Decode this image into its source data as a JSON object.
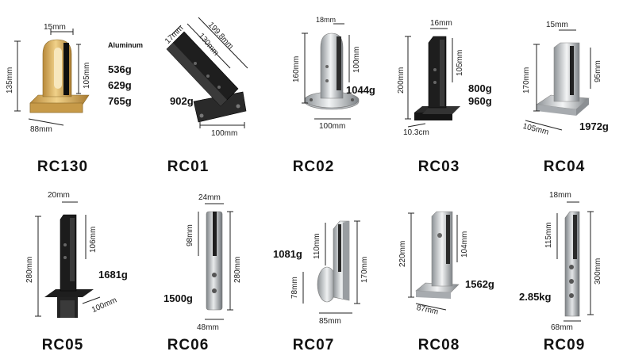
{
  "products": [
    {
      "code": "RC130",
      "material_label": "Aluminum",
      "weights": [
        "536g",
        "629g",
        "765g"
      ],
      "dims": [
        "15mm",
        "135mm",
        "105mm",
        "88mm"
      ],
      "finish": "gold"
    },
    {
      "code": "RC01",
      "weights": [
        "902g"
      ],
      "dims": [
        "17mm",
        "130mm",
        "199.8mm",
        "100mm"
      ],
      "finish": "black"
    },
    {
      "code": "RC02",
      "weights": [
        "1044g"
      ],
      "dims": [
        "18mm",
        "160mm",
        "100mm",
        "100mm"
      ],
      "finish": "steel"
    },
    {
      "code": "RC03",
      "weights": [
        "800g",
        "960g"
      ],
      "dims": [
        "16mm",
        "200mm",
        "105mm",
        "10.3cm"
      ],
      "finish": "black"
    },
    {
      "code": "RC04",
      "weights": [
        "1972g"
      ],
      "dims": [
        "15mm",
        "170mm",
        "95mm",
        "105mm"
      ],
      "finish": "steel"
    },
    {
      "code": "RC05",
      "weights": [
        "1681g"
      ],
      "dims": [
        "20mm",
        "280mm",
        "106mm",
        "100mm"
      ],
      "finish": "black"
    },
    {
      "code": "RC06",
      "weights": [
        "1500g"
      ],
      "dims": [
        "24mm",
        "98mm",
        "280mm",
        "48mm"
      ],
      "finish": "steel"
    },
    {
      "code": "RC07",
      "weights": [
        "1081g"
      ],
      "dims": [
        "110mm",
        "78mm",
        "170mm",
        "85mm"
      ],
      "finish": "steel"
    },
    {
      "code": "RC08",
      "weights": [
        "1562g"
      ],
      "dims": [
        "220mm",
        "104mm",
        "87mm"
      ],
      "finish": "steel"
    },
    {
      "code": "RC09",
      "weights": [
        "2.85kg"
      ],
      "dims": [
        "18mm",
        "115mm",
        "300mm",
        "68mm"
      ],
      "finish": "steel"
    }
  ],
  "colors": {
    "gold": "#d9b35a",
    "black": "#1e1e1e",
    "steel": "#c4c8cc",
    "text": "#111111"
  }
}
